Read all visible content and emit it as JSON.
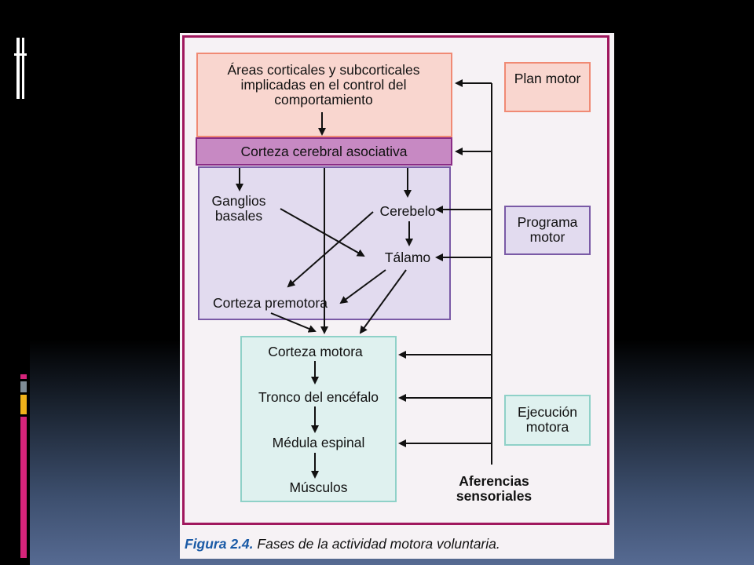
{
  "figure": {
    "blocks": {
      "cortical_areas": "Áreas corticales y subcorticales implicadas en el control del comportamiento",
      "associative_cortex": "Corteza cerebral asociativa",
      "basal_ganglia": "Ganglios basales",
      "cerebellum": "Cerebelo",
      "thalamus": "Tálamo",
      "premotor_cortex": "Corteza premotora",
      "motor_cortex": "Corteza motora",
      "brainstem": "Tronco del encéfalo",
      "spinal_cord": "Médula espinal",
      "muscles": "Músculos",
      "sensory_afferents": "Aferencias sensoriales"
    },
    "phases": {
      "plan": "Plan motor",
      "program": "Programa motor",
      "execution": "Ejecución motora"
    },
    "caption": {
      "number": "Figura 2.4.",
      "text": "Fases de la actividad motora voluntaria."
    }
  },
  "colors": {
    "plan_fill": "#f9d6cf",
    "plan_border": "#f08a74",
    "assoc_fill": "#c789c3",
    "assoc_border": "#8a2c86",
    "program_fill": "#e2dbef",
    "program_border": "#7a5aa6",
    "execution_fill": "#dff1ef",
    "execution_border": "#8fd1c8",
    "frame": "#a0185e",
    "caption_blue": "#1a5aa6",
    "accent_pink": "#d6247a",
    "accent_yellow": "#f0b21a",
    "accent_gray": "#7f8c96"
  }
}
